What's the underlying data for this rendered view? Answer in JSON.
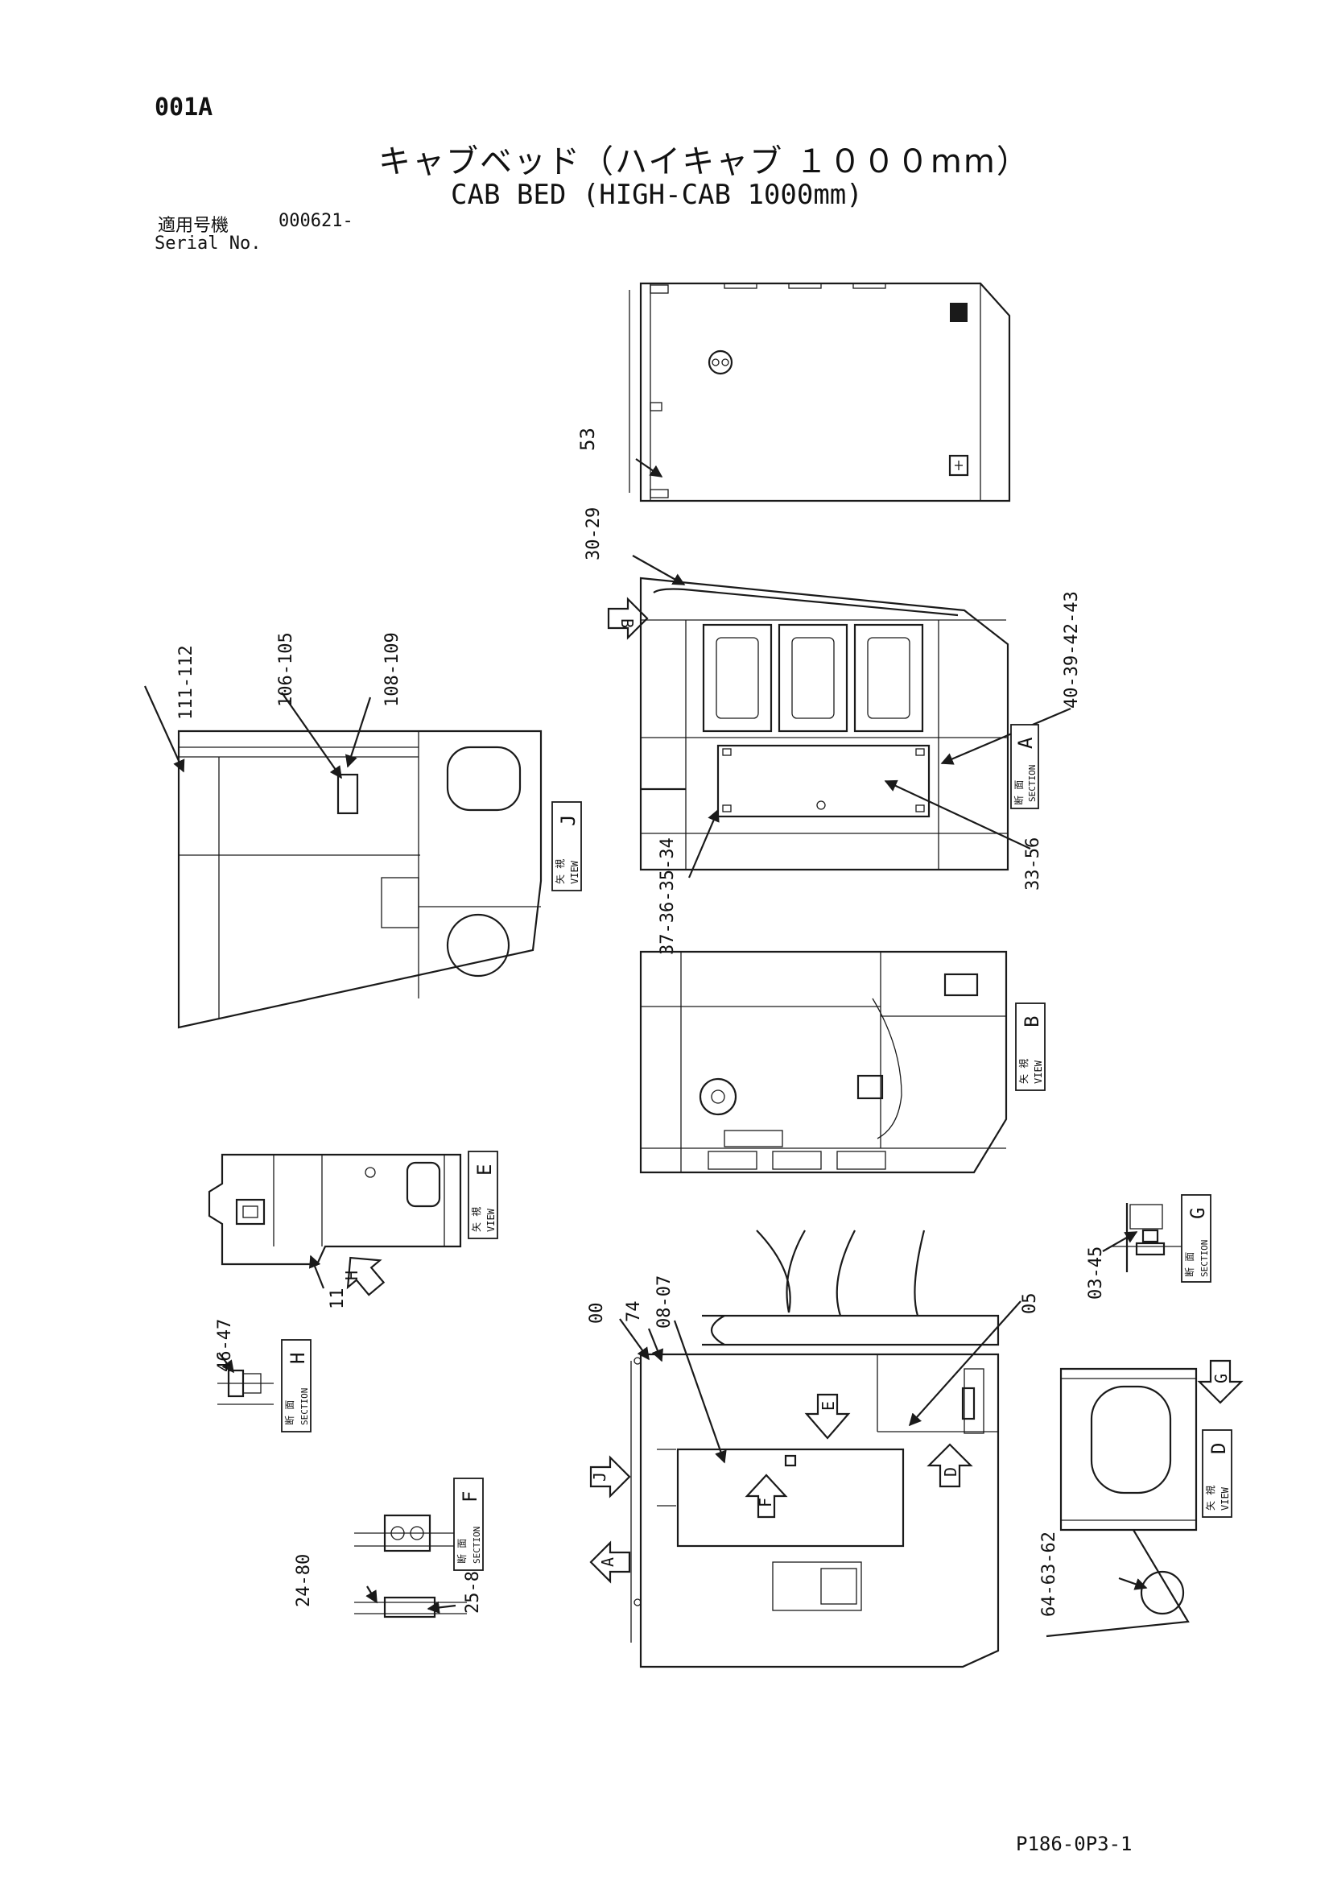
{
  "header": {
    "code": "001A",
    "title_jp": "キャブベッド（ハイキャブ １０００mm）",
    "title_en": "CAB BED (HIGH-CAB 1000mm)",
    "serial_label_jp": "適用号機",
    "serial_label_en": "Serial No.",
    "serial_value": "000621-"
  },
  "footer": {
    "drawing_code": "P186-0P3-1"
  },
  "view_labels": {
    "A": {
      "jp": "断 面",
      "en": "SECTION",
      "letter": "A"
    },
    "B": {
      "jp": "矢 視",
      "en": "VIEW",
      "letter": "B"
    },
    "J": {
      "jp": "矢 視",
      "en": "VIEW",
      "letter": "J"
    },
    "E": {
      "jp": "矢 視",
      "en": "VIEW",
      "letter": "E"
    },
    "G": {
      "jp": "断 面",
      "en": "SECTION",
      "letter": "G"
    },
    "H": {
      "jp": "断 面",
      "en": "SECTION",
      "letter": "H"
    },
    "F": {
      "jp": "断 面",
      "en": "SECTION",
      "letter": "F"
    },
    "D": {
      "jp": "矢 視",
      "en": "VIEW",
      "letter": "D"
    }
  },
  "arrow_letters": {
    "B": "B",
    "H": "H",
    "E": "E",
    "F": "F",
    "D": "D",
    "J": "J",
    "A": "A",
    "G": "G"
  },
  "part_callouts": {
    "c53": "53",
    "c30_29": "30-29",
    "c111_112": "111-112",
    "c106_105": "106-105",
    "c108_109": "108-109",
    "c40_43": "40-39-42-43",
    "c37_34": "37-36-35-34",
    "c33_56": "33-56",
    "c11": "11",
    "c46_47": "46-47",
    "c03_45": "03-45",
    "c00": "00",
    "c74": "74",
    "c08_07": "08-07",
    "c05": "05",
    "c24_80": "24-80",
    "c25_81": "25-81",
    "c64_62": "64-63-62"
  }
}
